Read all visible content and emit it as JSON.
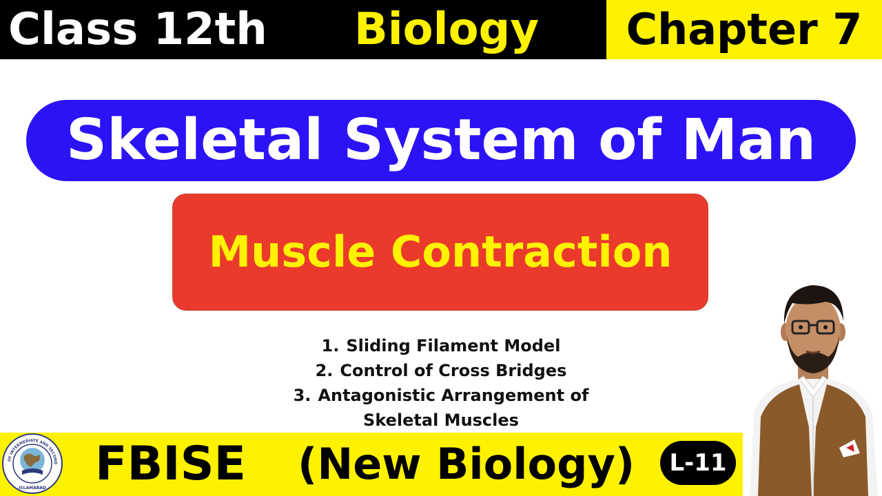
{
  "header": {
    "class_label": "Class 12th",
    "subject_label": "Biology",
    "chapter_label": "Chapter 7"
  },
  "title": "Skeletal System of Man",
  "subtitle": "Muscle Contraction",
  "topics": [
    {
      "num": "1.",
      "text": "Sliding Filament Model"
    },
    {
      "num": "2.",
      "text": "Control of Cross Bridges"
    },
    {
      "num": "3.",
      "text": "Antagonistic Arrangement of",
      "continuation": "Skeletal Muscles"
    }
  ],
  "footer": {
    "board_label": "FBISE",
    "edition_label": "(New Biology)",
    "lecture_label": "L-11",
    "logo_text": "FEDERAL BOARD OF INTERMEDIATE AND SECONDARY EDUCATION",
    "logo_city": "ISLAMABAD"
  },
  "colors": {
    "header_bg": "#000000",
    "accent_yellow": "#fff200",
    "title_blue": "#2b13f5",
    "subtitle_red": "#ea3a2c"
  },
  "icons": [
    "fbise-logo-icon",
    "presenter-photo"
  ]
}
